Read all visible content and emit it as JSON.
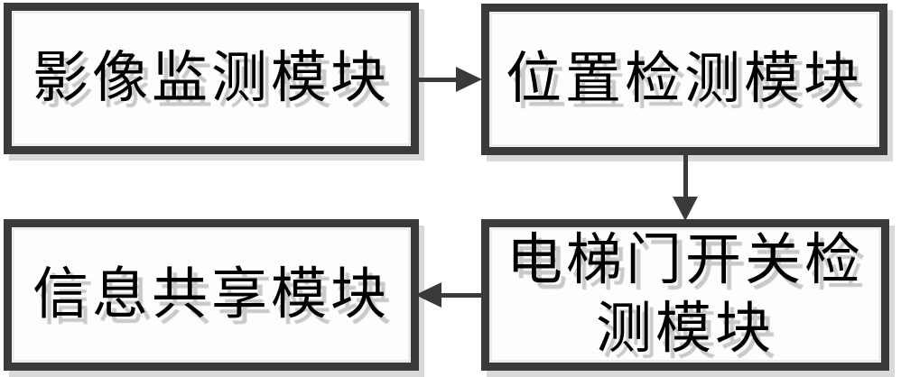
{
  "diagram": {
    "type": "block-diagram",
    "colors": {
      "bg": "#ffffff",
      "ink": "#3a3a3a",
      "fill": "#fdfdfd",
      "text": "#000000",
      "ghost": "#c9c9c9",
      "boxshadow": "#d9d9d9"
    },
    "nodes": [
      {
        "name": "image-monitoring-module",
        "label": "影像监测模块",
        "lines": [
          "影像监测模块"
        ]
      },
      {
        "name": "position-detection-module",
        "label": "位置检测模块",
        "lines": [
          "位置检测模块"
        ]
      },
      {
        "name": "elevator-door-switch-detection-module",
        "label": "电梯门开关检测模块",
        "lines": [
          "电梯门开关检",
          "测模块"
        ]
      },
      {
        "name": "information-sharing-module",
        "label": "信息共享模块",
        "lines": [
          "信息共享模块"
        ]
      }
    ],
    "edges": [
      {
        "from": "image-monitoring-module",
        "to": "position-detection-module",
        "direction": "right"
      },
      {
        "from": "position-detection-module",
        "to": "elevator-door-switch-detection-module",
        "direction": "down"
      },
      {
        "from": "elevator-door-switch-detection-module",
        "to": "information-sharing-module",
        "direction": "left"
      }
    ]
  }
}
